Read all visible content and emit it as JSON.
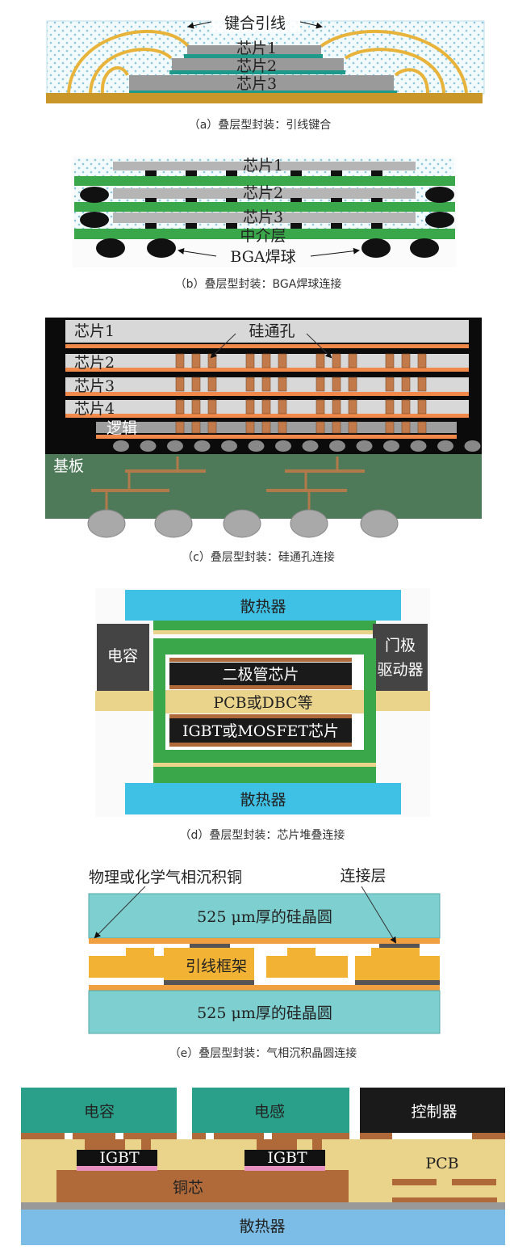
{
  "figures": {
    "a": {
      "caption": "（a）叠层型封装：引线键合",
      "wire_label": "键合引线",
      "chips": [
        "芯片1",
        "芯片2",
        "芯片3"
      ]
    },
    "b": {
      "caption": "（b）叠层型封装：BGA焊球连接",
      "chips": [
        "芯片1",
        "芯片2",
        "芯片3"
      ],
      "interposer": "中介层",
      "bga": "BGA焊球"
    },
    "c": {
      "caption": "（c）叠层型封装：硅通孔连接",
      "tsv": "硅通孔",
      "chips": [
        "芯片1",
        "芯片2",
        "芯片3",
        "芯片4"
      ],
      "logic": "逻辑",
      "substrate": "基板"
    },
    "d": {
      "caption": "（d）叠层型封装：芯片堆叠连接",
      "heatsink_top": "散热器",
      "heatsink_bottom": "散热器",
      "capacitor": "电容",
      "gate_driver_1": "门极",
      "gate_driver_2": "驱动器",
      "diode": "二极管芯片",
      "pcb": "PCB或DBC等",
      "igbt": "IGBT或MOSFET芯片"
    },
    "e": {
      "caption": "（e）叠层型封装：气相沉积晶圆连接",
      "cvd_label": "物理或化学气相沉积铜",
      "bond_layer": "连接层",
      "wafer_top": "525 μm厚的硅晶圆",
      "wafer_bottom": "525 μm厚的硅晶圆",
      "lead_frame": "引线框架"
    },
    "f": {
      "capacitor": "电容",
      "inductor": "电感",
      "controller": "控制器",
      "igbt1": "IGBT",
      "igbt2": "IGBT",
      "pcb": "PCB",
      "copper_core": "铜芯",
      "heatsink": "散热器"
    }
  },
  "colors": {
    "gold": "#e8b33a",
    "teal": "#2aa08a",
    "gray": "#9a9a9a",
    "orange": "#f0894a",
    "green": "#3aa84a",
    "cyan": "#3fc1e6",
    "wafer": "#7ecfcf",
    "brown": "#b06a3a",
    "sand": "#ead38a",
    "blue": "#7bbde6"
  }
}
